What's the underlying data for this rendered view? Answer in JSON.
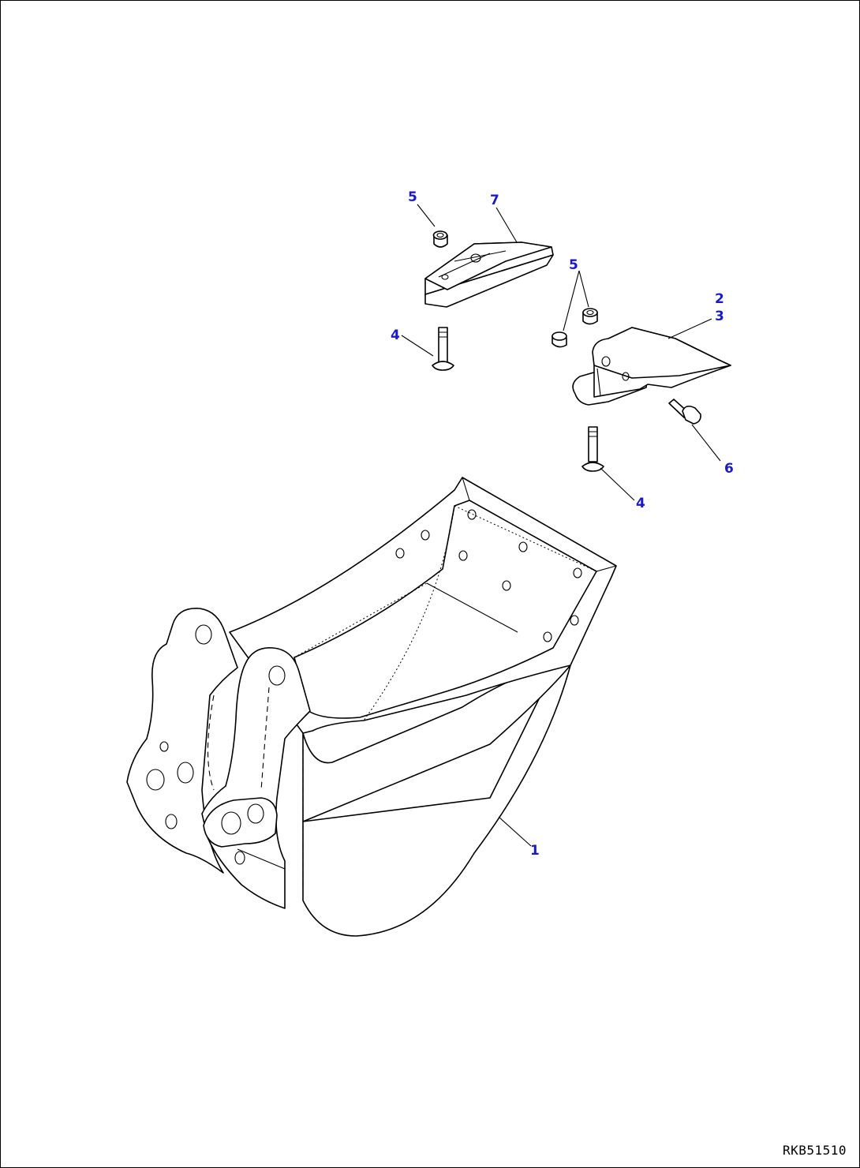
{
  "drawing": {
    "code": "RKB51510",
    "callouts": {
      "bucket": "1",
      "tooth_a": "2",
      "tooth_b": "3",
      "pin_left": "4",
      "pin_right": "4",
      "nut_left": "5",
      "nut_right": "5",
      "bolt": "6",
      "side_cutter": "7"
    },
    "callout_color": "#1a1acc"
  }
}
